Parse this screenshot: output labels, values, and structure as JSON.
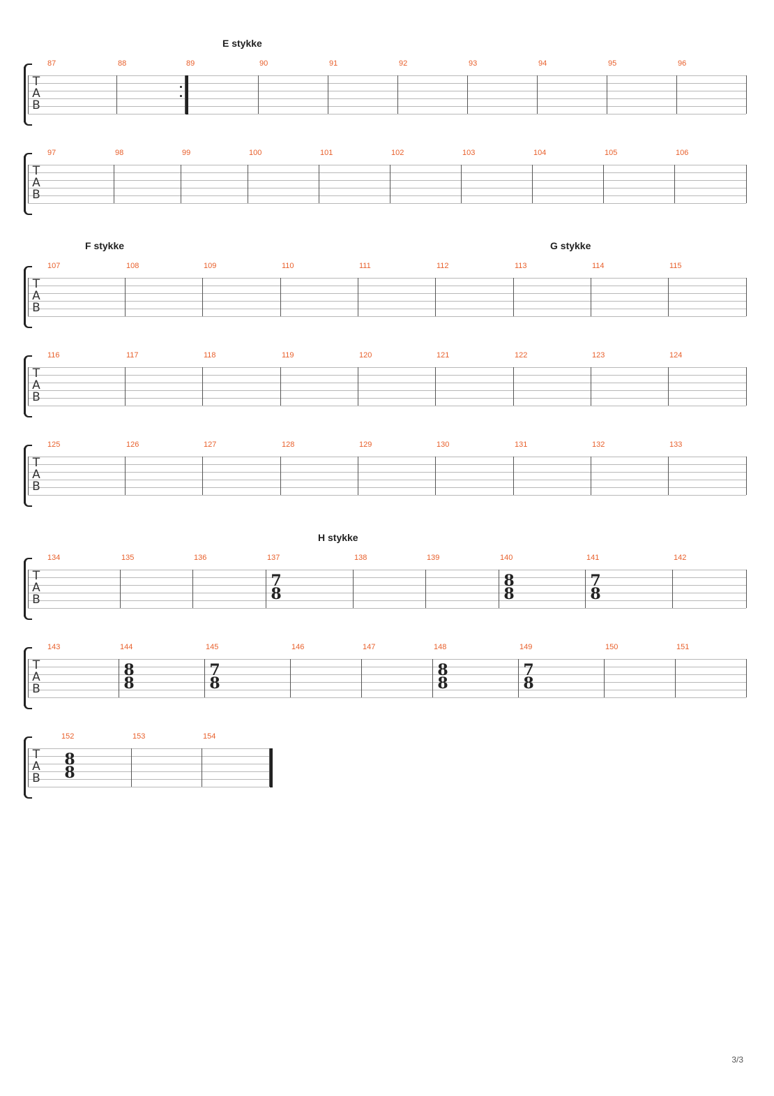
{
  "page": {
    "page_number": "3/3"
  },
  "clef": [
    "T",
    "A",
    "B"
  ],
  "systems": [
    {
      "section": "E stykke",
      "measures": [
        {
          "num": "87"
        },
        {
          "num": "88"
        },
        {
          "num": "89",
          "repeat_start": true
        },
        {
          "num": "90"
        },
        {
          "num": "91"
        },
        {
          "num": "92"
        },
        {
          "num": "93"
        },
        {
          "num": "94"
        },
        {
          "num": "95"
        },
        {
          "num": "96"
        }
      ]
    },
    {
      "measures": [
        {
          "num": "97"
        },
        {
          "num": "98"
        },
        {
          "num": "99"
        },
        {
          "num": "100"
        },
        {
          "num": "101"
        },
        {
          "num": "102"
        },
        {
          "num": "103"
        },
        {
          "num": "104"
        },
        {
          "num": "105"
        },
        {
          "num": "106"
        }
      ]
    },
    {
      "sections": [
        {
          "label": "F stykke",
          "at": 0
        },
        {
          "label": "G stykke",
          "at": 6
        }
      ],
      "measures": [
        {
          "num": "107"
        },
        {
          "num": "108"
        },
        {
          "num": "109"
        },
        {
          "num": "110"
        },
        {
          "num": "111"
        },
        {
          "num": "112"
        },
        {
          "num": "113"
        },
        {
          "num": "114"
        },
        {
          "num": "115"
        }
      ]
    },
    {
      "measures": [
        {
          "num": "116"
        },
        {
          "num": "117"
        },
        {
          "num": "118"
        },
        {
          "num": "119"
        },
        {
          "num": "120"
        },
        {
          "num": "121"
        },
        {
          "num": "122"
        },
        {
          "num": "123"
        },
        {
          "num": "124"
        }
      ]
    },
    {
      "measures": [
        {
          "num": "125"
        },
        {
          "num": "126"
        },
        {
          "num": "127"
        },
        {
          "num": "128"
        },
        {
          "num": "129"
        },
        {
          "num": "130"
        },
        {
          "num": "131"
        },
        {
          "num": "132"
        },
        {
          "num": "133"
        }
      ]
    },
    {
      "sections": [
        {
          "label": "H stykke",
          "at": 3
        }
      ],
      "measures": [
        {
          "num": "134"
        },
        {
          "num": "135"
        },
        {
          "num": "136"
        },
        {
          "num": "137",
          "time": [
            "7",
            "8"
          ]
        },
        {
          "num": "138"
        },
        {
          "num": "139"
        },
        {
          "num": "140",
          "time": [
            "8",
            "8"
          ]
        },
        {
          "num": "141",
          "time": [
            "7",
            "8"
          ]
        },
        {
          "num": "142"
        }
      ]
    },
    {
      "measures": [
        {
          "num": "143"
        },
        {
          "num": "144",
          "time": [
            "8",
            "8"
          ]
        },
        {
          "num": "145",
          "time": [
            "7",
            "8"
          ]
        },
        {
          "num": "146"
        },
        {
          "num": "147"
        },
        {
          "num": "148",
          "time": [
            "8",
            "8"
          ]
        },
        {
          "num": "149",
          "time": [
            "7",
            "8"
          ]
        },
        {
          "num": "150"
        },
        {
          "num": "151"
        }
      ]
    },
    {
      "final": true,
      "measures": [
        {
          "num": "152",
          "time": [
            "8",
            "8"
          ]
        },
        {
          "num": "153"
        },
        {
          "num": "154"
        }
      ]
    }
  ]
}
